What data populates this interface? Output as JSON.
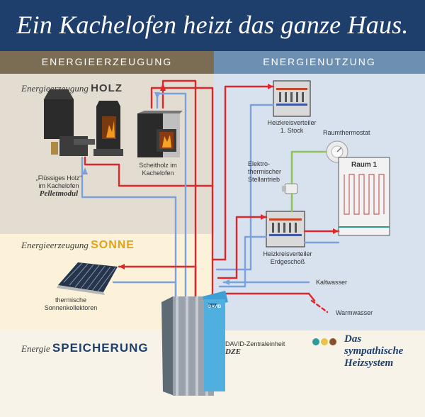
{
  "header": {
    "title": "Ein Kachelofen heizt das ganze Haus."
  },
  "bars": {
    "left": "ENERGIEERZEUGUNG",
    "right": "ENERGIENUTZUNG"
  },
  "sections": {
    "holz_prefix": "Energieerzeugung",
    "holz_word": "HOLZ",
    "sonne_prefix": "Energieerzeugung",
    "sonne_word": "SONNE",
    "speicher_prefix": "Energie",
    "speicher_word": "SPEICHERUNG"
  },
  "labels": {
    "fluessiges_holz": "„Flüssiges Holz“",
    "im_kachelofen": "im Kachelofen",
    "pelletmodul": "Pelletmodul",
    "scheitholz_1": "Scheitholz im",
    "scheitholz_2": "Kachelofen",
    "heizkreis1_1": "Heizkreisverteiler",
    "heizkreis1_2": "1. Stock",
    "raumthermostat": "Raumthermostat",
    "raum": "Raum 1",
    "stell_1": "Elektro-",
    "stell_2": "thermischer",
    "stell_3": "Stellantrieb",
    "heizkreis_eg_1": "Heizkreisverteiler",
    "heizkreis_eg_2": "Erdgeschoß",
    "kaltwasser": "Kaltwasser",
    "warmwasser": "Warmwasser",
    "thermisch_1": "thermische",
    "thermisch_2": "Sonnenkollektoren",
    "dze_1": "DAVID-Zentraleinheit",
    "dze_2": "DZE",
    "brand_mini": "DAVID",
    "slogan_1": "Das",
    "slogan_2": "sympathische",
    "slogan_3": "Heizsystem"
  },
  "colors": {
    "hot": "#e0262b",
    "cold": "#7aa1dc",
    "green": "#8fc35a",
    "header": "#1e3f6c"
  }
}
